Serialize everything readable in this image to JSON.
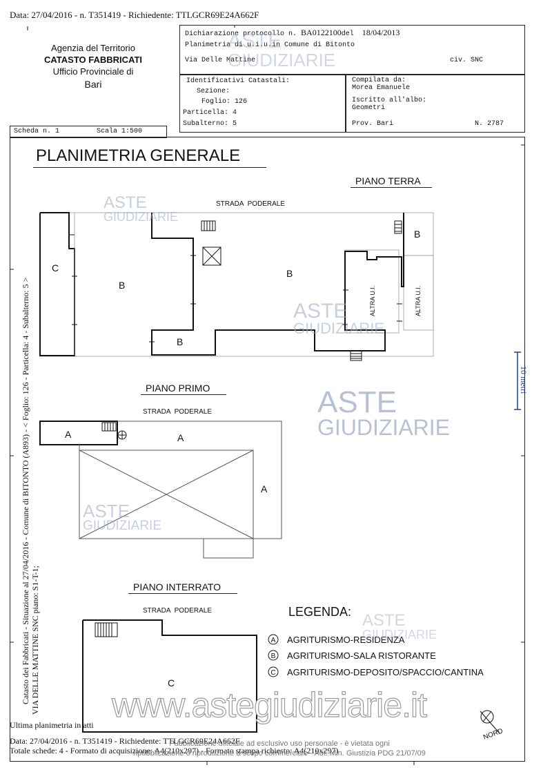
{
  "header": {
    "top_line": "Data: 27/04/2016 - n. T351419 - Richiedente: TTLGCR69E24A662F"
  },
  "agency": {
    "line1": "Agenzia del Territorio",
    "line2": "CATASTO FABBRICATI",
    "line3": "Ufficio Provinciale di",
    "line4": "Bari"
  },
  "declaration": {
    "protocol_label": "Dichiarazione protocollo n.",
    "protocol_number": "BA0122100",
    "del_label": "del",
    "date": "18/04/2013",
    "plan_label": "Planimetria di u.i.u.in Comune di Bitonto",
    "address": "Via Delle Mattine",
    "civ": "civ. SNC"
  },
  "identifiers": {
    "title": "Identificativi Catastali:",
    "sezione": "Sezione:",
    "foglio": "Foglio: 126",
    "particella": "Particella: 4",
    "subalterno": "Subalterno: 5"
  },
  "compiler": {
    "compiled_label": "Compilata da:",
    "compiled_name": "Morea Emanuele",
    "registered_label": "Iscritto all'albo:",
    "registered_value": "Geometri",
    "province": "Prov. Bari",
    "number": "N. 2787"
  },
  "sheet": {
    "scheda": "Scheda n. 1",
    "scala": "Scala 1:500"
  },
  "plan": {
    "title": "PLANIMETRIA GENERALE",
    "scale_bar": "10 metri",
    "side_text_1": "Catasto dei Fabbricati - Situazione al 27/04/2016 - Comune di BITONTO (A893) - < Foglio: 126 - Particella: 4 - Subalterno: 5 >",
    "side_text_2": "VIA DELLE MATTINE SNC piano: S1-T-1;"
  },
  "floors": {
    "terra": {
      "title": "PIANO TERRA",
      "road": "STRADA  PODERALE",
      "labels": [
        "C",
        "B",
        "B",
        "B",
        "B"
      ],
      "altra_1": "ALTRA U.I.",
      "altra_2": "ALTRA U.I."
    },
    "primo": {
      "title": "PIANO PRIMO",
      "road": "STRADA  PODERALE",
      "labels": [
        "A",
        "A",
        "A"
      ]
    },
    "interrato": {
      "title": "PIANO INTERRATO",
      "road": "STRADA  PODERALE",
      "labels": [
        "C"
      ]
    }
  },
  "legend": {
    "title": "LEGENDA:",
    "items": [
      {
        "key": "A",
        "text": "AGRITURISMO-RESIDENZA"
      },
      {
        "key": "B",
        "text": "AGRITURISMO-SALA RISTORANTE"
      },
      {
        "key": "C",
        "text": "AGRITURISMO-DEPOSITO/SPACCIO/CANTINA"
      }
    ]
  },
  "north": "NORD",
  "watermark": {
    "line1": "ASTE",
    "line2": "GIUDIZIARIE",
    "site": "www.astegiudiziarie.it"
  },
  "footer": {
    "last_plan": "Ultima planimetria in atti",
    "data_line": "Data: 27/04/2016 - n. T351419 - Richiedente: TTLGCR69E24A662F",
    "totale_line": "Totale schede: 4 - Formato di acquisizione: A4(210x297) - Formato stampa richiesto: A4(210x297)",
    "notice_line1": "Pubblicazione ufficiale ad esclusivo uso personale - è vietata ogni",
    "notice_line2": "ripubblicazione o riproduzione a scopo commerciale - Aut. Min. Giustizia PDG 21/07/09"
  }
}
